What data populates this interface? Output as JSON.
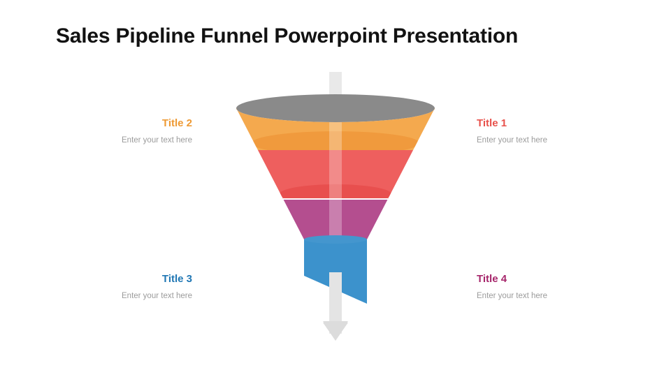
{
  "slide": {
    "title": "Sales Pipeline Funnel Powerpoint Presentation",
    "background_color": "#FFFFFF",
    "title_color": "#121212"
  },
  "labels": [
    {
      "id": "title-1",
      "title": "Title 1",
      "subtitle": "Enter your text here",
      "color": "#E8524C",
      "subtitle_color": "#9B9B9B",
      "side": "right",
      "row": "top"
    },
    {
      "id": "title-2",
      "title": "Title 2",
      "subtitle": "Enter your text here",
      "color": "#EE9A34",
      "subtitle_color": "#9B9B9B",
      "side": "left",
      "row": "top"
    },
    {
      "id": "title-3",
      "title": "Title 3",
      "subtitle": "Enter your text here",
      "color": "#2077B4",
      "subtitle_color": "#9B9B9B",
      "side": "left",
      "row": "bottom"
    },
    {
      "id": "title-4",
      "title": "Title 4",
      "subtitle": "Enter your text here",
      "color": "#A6266B",
      "subtitle_color": "#9B9B9B",
      "side": "right",
      "row": "bottom"
    }
  ],
  "funnel": {
    "name": "sales-pipeline-funnel",
    "segments": [
      {
        "name": "rim",
        "color": "#8A8A8A",
        "linked_label": null
      },
      {
        "name": "orange",
        "color": "#F4A94E",
        "linked_label": "Title 2"
      },
      {
        "name": "red",
        "color": "#EE5F5E",
        "linked_label": "Title 1"
      },
      {
        "name": "purple",
        "color": "#B44E8F",
        "linked_label": "Title 4"
      },
      {
        "name": "blue",
        "color": "#3C92CC",
        "linked_label": "Title 3"
      }
    ],
    "arrow": {
      "name": "flow-arrow",
      "color": "#E4E4E4",
      "direction": "down"
    }
  }
}
